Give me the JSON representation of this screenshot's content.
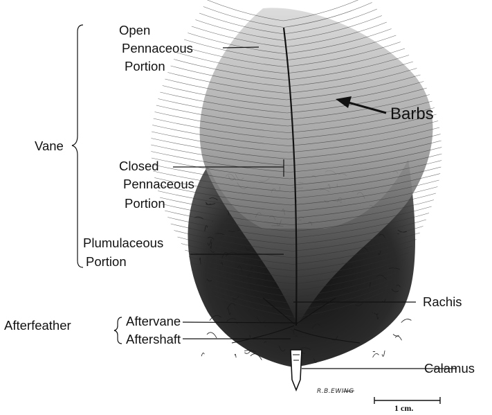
{
  "labels": {
    "open_line1": "Open",
    "open_line2": "Pennaceous",
    "open_line3": "Portion",
    "vane": "Vane",
    "closed_line1": "Closed",
    "closed_line2": "Pennaceous",
    "closed_line3": "Portion",
    "plum_line1": "Plumulaceous",
    "plum_line2": "Portion",
    "afterfeather": "Afterfeather",
    "aftervane": "Aftervane",
    "aftershaft": "Aftershaft",
    "barbs": "Barbs",
    "rachis": "Rachis",
    "calamus": "Calamus"
  },
  "signature": "R.B.EWING",
  "scale_label": "1 cm.",
  "colors": {
    "ink": "#111111",
    "feather_dark": "#1a1a1a",
    "feather_mid": "#8a8a8a",
    "background": "#ffffff"
  }
}
